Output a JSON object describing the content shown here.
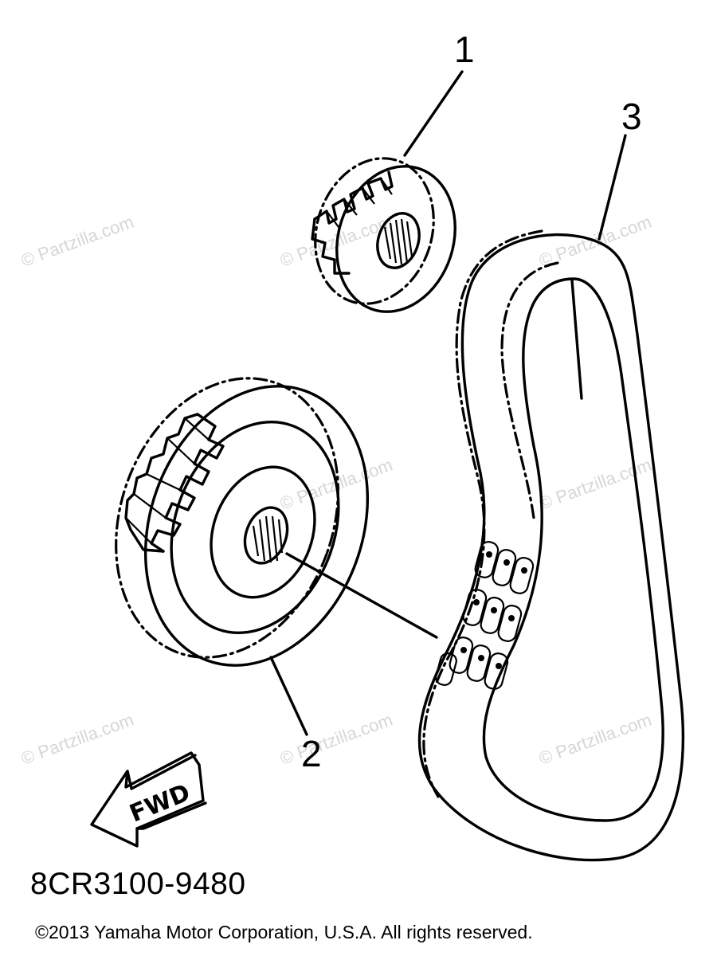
{
  "callouts": {
    "part1": "1",
    "part2": "2",
    "part3": "3"
  },
  "fwd_label": "FWD",
  "watermark": "© Partzilla.com",
  "diagram_code": "8CR3100-9480",
  "copyright": "©2013  Yamaha Motor Corporation, U.S.A. All rights reserved."
}
